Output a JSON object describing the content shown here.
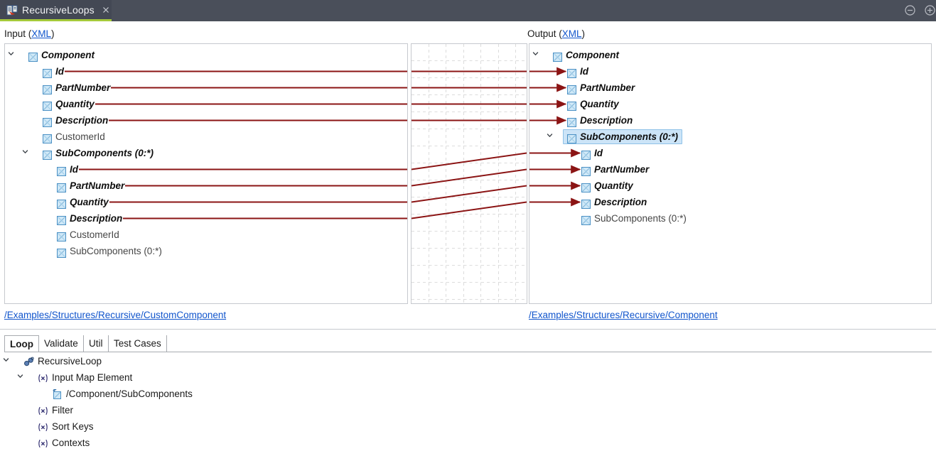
{
  "window": {
    "tab_title": "RecursiveLoops",
    "tab_icon": "mapping-document-icon",
    "close_icon": "close-icon",
    "minimize_icon": "minus-circle-icon",
    "maximize_icon": "plus-circle-icon",
    "accent_color": "#a5c93b",
    "titlebar_color": "#4a4f5a"
  },
  "panels": {
    "input": {
      "label": "Input (",
      "link": "XML",
      "label_end": ")",
      "path": "/Examples/Structures/Recursive/CustomComponent"
    },
    "output": {
      "label": "Output (",
      "link": "XML",
      "label_end": ")",
      "path": "/Examples/Structures/Recursive/Component"
    }
  },
  "link_color": "#8b1414",
  "selection_color": "#cce4f7",
  "input_tree": [
    {
      "label": "Component",
      "depth": 0,
      "mapped": true,
      "expander": "expanded",
      "icon": "element-icon"
    },
    {
      "label": "Id",
      "depth": 1,
      "mapped": true,
      "expander": "none",
      "icon": "element-icon"
    },
    {
      "label": "PartNumber",
      "depth": 1,
      "mapped": true,
      "expander": "none",
      "icon": "element-icon"
    },
    {
      "label": "Quantity",
      "depth": 1,
      "mapped": true,
      "expander": "none",
      "icon": "element-icon"
    },
    {
      "label": "Description",
      "depth": 1,
      "mapped": true,
      "expander": "none",
      "icon": "element-icon"
    },
    {
      "label": "CustomerId",
      "depth": 1,
      "mapped": false,
      "expander": "none",
      "icon": "element-icon"
    },
    {
      "label": "SubComponents (0:*)",
      "depth": 1,
      "mapped": true,
      "expander": "expanded",
      "icon": "element-icon"
    },
    {
      "label": "Id",
      "depth": 2,
      "mapped": true,
      "expander": "none",
      "icon": "element-icon"
    },
    {
      "label": "PartNumber",
      "depth": 2,
      "mapped": true,
      "expander": "none",
      "icon": "element-icon"
    },
    {
      "label": "Quantity",
      "depth": 2,
      "mapped": true,
      "expander": "none",
      "icon": "element-icon"
    },
    {
      "label": "Description",
      "depth": 2,
      "mapped": true,
      "expander": "none",
      "icon": "element-icon"
    },
    {
      "label": "CustomerId",
      "depth": 2,
      "mapped": false,
      "expander": "none",
      "icon": "element-icon"
    },
    {
      "label": "SubComponents (0:*)",
      "depth": 2,
      "mapped": false,
      "expander": "none",
      "icon": "element-icon"
    }
  ],
  "output_tree": [
    {
      "label": "Component",
      "depth": 0,
      "mapped": true,
      "expander": "expanded",
      "icon": "element-icon",
      "arrow": false,
      "selected": false
    },
    {
      "label": "Id",
      "depth": 1,
      "mapped": true,
      "expander": "none",
      "icon": "element-icon",
      "arrow": true,
      "selected": false
    },
    {
      "label": "PartNumber",
      "depth": 1,
      "mapped": true,
      "expander": "none",
      "icon": "element-icon",
      "arrow": true,
      "selected": false
    },
    {
      "label": "Quantity",
      "depth": 1,
      "mapped": true,
      "expander": "none",
      "icon": "element-icon",
      "arrow": true,
      "selected": false
    },
    {
      "label": "Description",
      "depth": 1,
      "mapped": true,
      "expander": "none",
      "icon": "element-icon",
      "arrow": true,
      "selected": false
    },
    {
      "label": "SubComponents (0:*)",
      "depth": 1,
      "mapped": true,
      "expander": "expanded",
      "icon": "element-icon",
      "arrow": false,
      "selected": true
    },
    {
      "label": "Id",
      "depth": 2,
      "mapped": true,
      "expander": "none",
      "icon": "element-icon",
      "arrow": true,
      "selected": false
    },
    {
      "label": "PartNumber",
      "depth": 2,
      "mapped": true,
      "expander": "none",
      "icon": "element-icon",
      "arrow": true,
      "selected": false
    },
    {
      "label": "Quantity",
      "depth": 2,
      "mapped": true,
      "expander": "none",
      "icon": "element-icon",
      "arrow": true,
      "selected": false
    },
    {
      "label": "Description",
      "depth": 2,
      "mapped": true,
      "expander": "none",
      "icon": "element-icon",
      "arrow": true,
      "selected": false
    },
    {
      "label": "SubComponents (0:*)",
      "depth": 2,
      "mapped": false,
      "expander": "none",
      "icon": "element-icon",
      "arrow": false,
      "selected": false
    }
  ],
  "connections": [
    {
      "from": "Component/Id",
      "to": "Component/Id",
      "source_row": 1,
      "target_row": 1
    },
    {
      "from": "Component/PartNumber",
      "to": "Component/PartNumber",
      "source_row": 2,
      "target_row": 2
    },
    {
      "from": "Component/Quantity",
      "to": "Component/Quantity",
      "source_row": 3,
      "target_row": 3
    },
    {
      "from": "Component/Description",
      "to": "Component/Description",
      "source_row": 4,
      "target_row": 4
    },
    {
      "from": "Component/SubComponents/Id",
      "to": "Component/SubComponents/Id",
      "source_row": 7,
      "target_row": 6
    },
    {
      "from": "Component/SubComponents/PartNumber",
      "to": "Component/SubComponents/PartNumber",
      "source_row": 8,
      "target_row": 7
    },
    {
      "from": "Component/SubComponents/Quantity",
      "to": "Component/SubComponents/Quantity",
      "source_row": 9,
      "target_row": 8
    },
    {
      "from": "Component/SubComponents/Description",
      "to": "Component/SubComponents/Description",
      "source_row": 10,
      "target_row": 9
    }
  ],
  "bottom_tabs": [
    {
      "label": "Loop",
      "active": true
    },
    {
      "label": "Validate",
      "active": false
    },
    {
      "label": "Util",
      "active": false
    },
    {
      "label": "Test Cases",
      "active": false
    }
  ],
  "bottom_tree": [
    {
      "label": "RecursiveLoop",
      "depth": 0,
      "expander": "expanded",
      "icon": "loop-icon"
    },
    {
      "label": "Input Map Element",
      "depth": 1,
      "expander": "expanded",
      "icon": "function-icon"
    },
    {
      "label": "/Component/SubComponents",
      "depth": 2,
      "expander": "none",
      "icon": "map-element-icon"
    },
    {
      "label": "Filter",
      "depth": 1,
      "expander": "none",
      "icon": "function-icon"
    },
    {
      "label": "Sort Keys",
      "depth": 1,
      "expander": "none",
      "icon": "function-icon"
    },
    {
      "label": "Contexts",
      "depth": 1,
      "expander": "none",
      "icon": "function-icon"
    }
  ]
}
